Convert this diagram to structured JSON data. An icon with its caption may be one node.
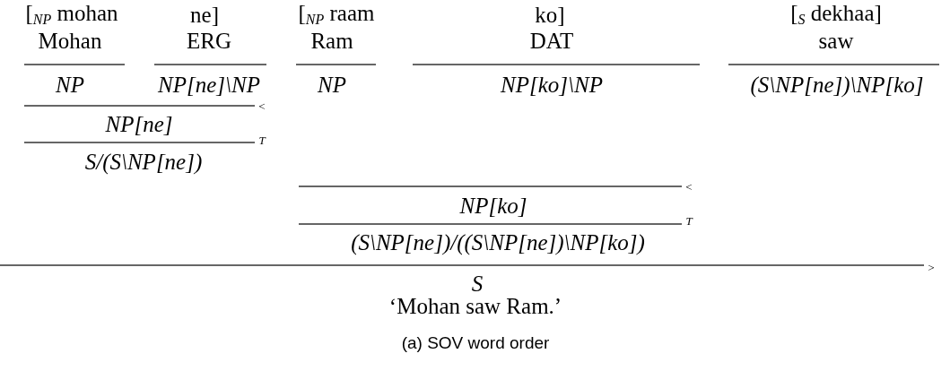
{
  "diagram": {
    "caption": "(a) SOV word order",
    "labels": [
      "[$_{NP}$ mohan",
      "ne]",
      "[$_{NP}$ raam",
      "ko]",
      "[$_{S}$ dekhaa]",
      "Mohan",
      "ERG",
      "Ram",
      "DAT",
      "saw",
      "NP",
      "NP[ne]\\NP",
      "NP",
      "NP[ko]\\NP",
      "(S\\NP[ne])\\NP[ko]",
      "<",
      "NP[ne]",
      "T",
      "S/(S\\NP[ne])",
      "<",
      "NP[ko]",
      "T",
      "(S\\NP[ne])/((S\\NP[ne])\\NP[ko])",
      ">",
      "S",
      "‘Mohan saw Ram.’"
    ]
  }
}
